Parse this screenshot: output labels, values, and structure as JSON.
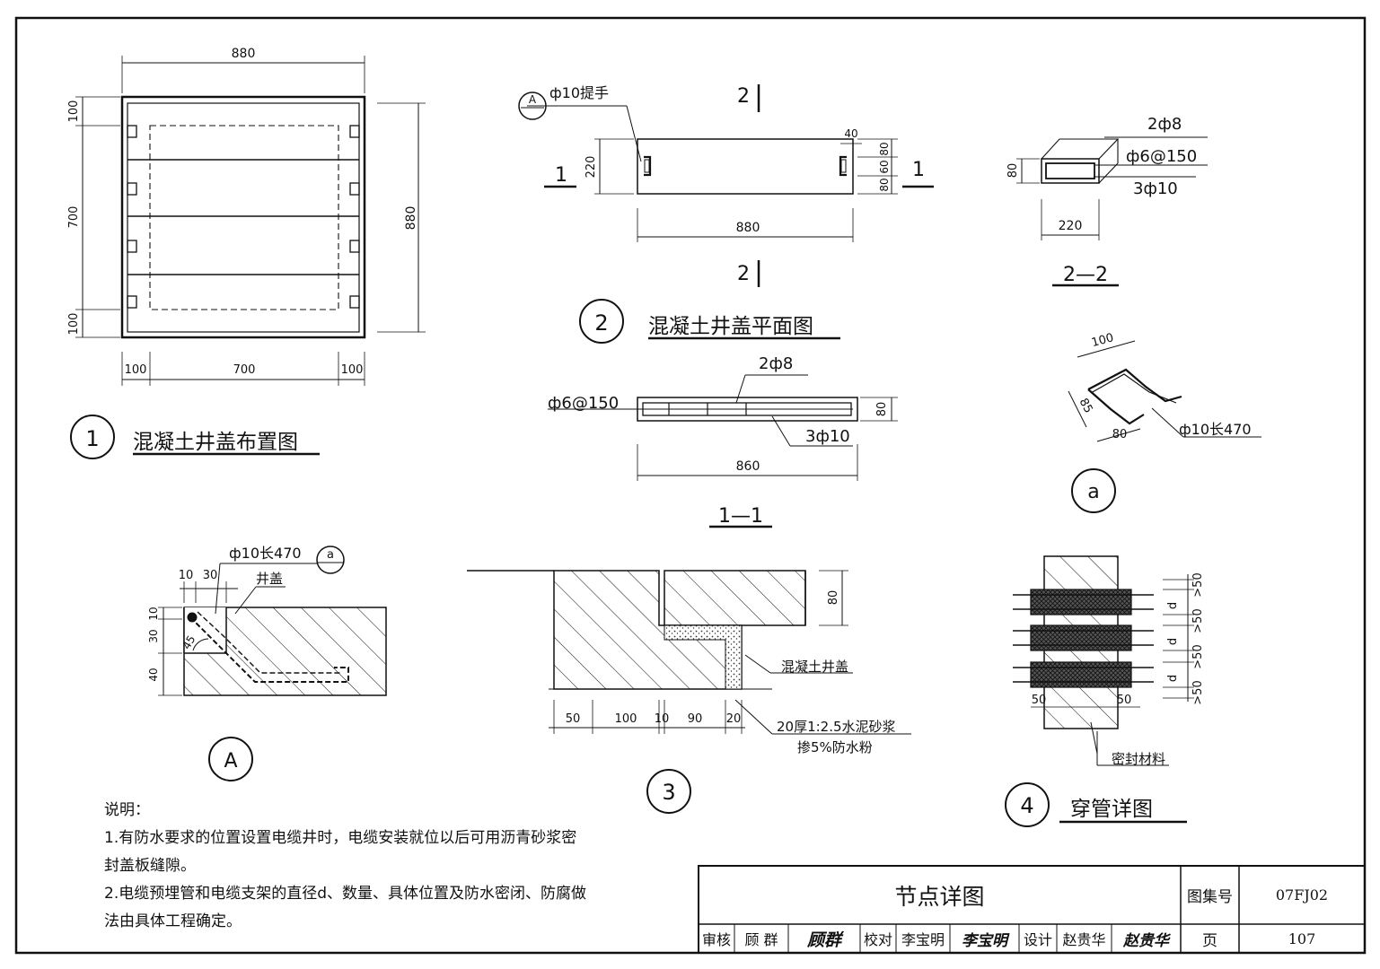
{
  "labels": {
    "d1_title": "混凝土井盖布置图",
    "d1_num": "1",
    "d2_title": "混凝土井盖平面图",
    "d2_num": "2",
    "d3_num": "3",
    "d4_title": "穿管详图",
    "d4_num": "4",
    "a_num": "a",
    "A_num": "A",
    "sec11": "1—1",
    "sec22": "2—2",
    "cut1": "1",
    "cut2": "2",
    "handle": "ф10提手",
    "rebar_a": "ф10长470",
    "r_2phi8": "2ф8",
    "r_phi6": "ф6@150",
    "r_3phi10": "3ф10",
    "well_cover": "井盖",
    "concrete_cover": "混凝土井盖",
    "mortar1": "20厚1:2.5水泥砂浆",
    "mortar2": "掺5%防水粉",
    "seal": "密封材料",
    "d": "d",
    "gt50": ">50",
    "angle45": "45",
    "ref_A": "A",
    "ref_a": "a"
  },
  "dims": {
    "d1_top": "880",
    "d1_right": "880",
    "d1_l100a": "100",
    "d1_l700": "700",
    "d1_l100b": "100",
    "d1_b100a": "100",
    "d1_b700": "700",
    "d1_b100b": "100",
    "d2_220": "220",
    "d2_880": "880",
    "d2_40": "40",
    "d2_80a": "80",
    "d2_60": "60",
    "d2_80b": "80",
    "s22_80": "80",
    "s22_220": "220",
    "s11_80": "80",
    "s11_860": "860",
    "a_100": "100",
    "a_85": "85",
    "a_80": "80",
    "dA_10": "10",
    "dA_30": "30",
    "dA_v10": "10",
    "dA_v30": "30",
    "dA_v40": "40",
    "d3_80": "80",
    "d3_50": "50",
    "d3_100": "100",
    "d3_10": "10",
    "d3_90": "90",
    "d3_20": "20",
    "d4_50a": "50",
    "d4_50b": "50"
  },
  "notes": {
    "heading": "说明：",
    "line1": "1.有防水要求的位置设置电缆井时，电缆安装就位以后可用沥青砂浆密",
    "line2": "封盖板缝隙。",
    "line3": "2.电缆预埋管和电缆支架的直径d、数量、具体位置及防水密闭、防腐做",
    "line4": "法由具体工程确定。"
  },
  "title_block": {
    "title": "节点详图",
    "atlas_label": "图集号",
    "atlas_value": "07FJ02",
    "review_label": "审核",
    "review_name": "顾 群",
    "review_sig": "顾群",
    "check_label": "校对",
    "check_name": "李宝明",
    "check_sig": "李宝明",
    "design_label": "设计",
    "design_name": "赵贵华",
    "design_sig": "赵贵华",
    "page_label": "页",
    "page_value": "107"
  }
}
